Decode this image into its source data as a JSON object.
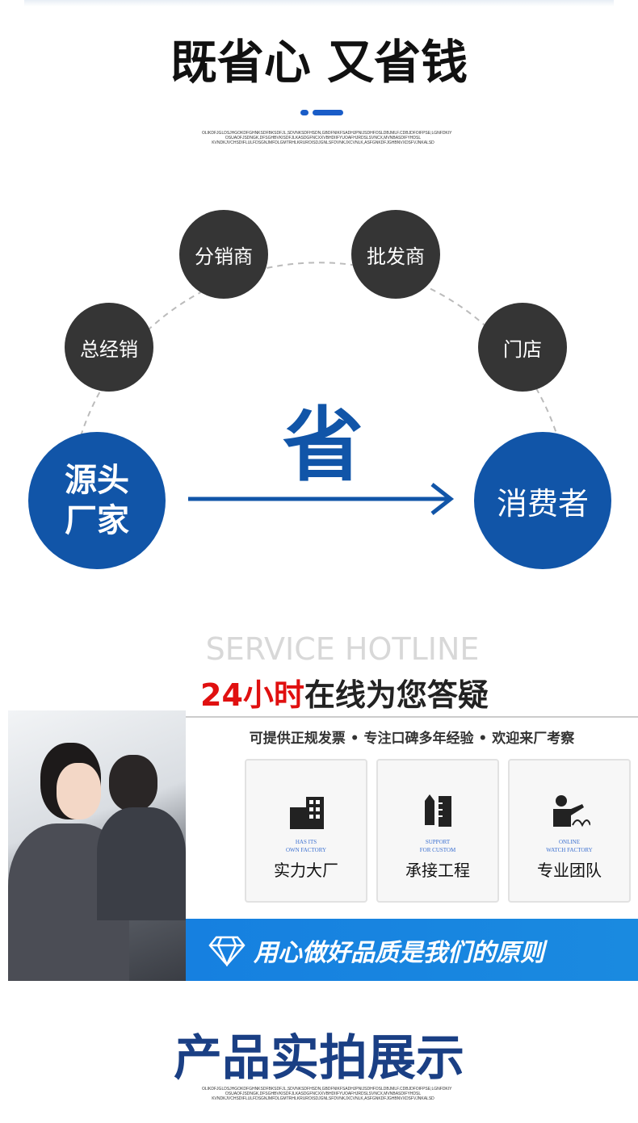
{
  "header": {
    "title": "既省心 又省钱",
    "filler": "OLIKDFJGLDSJHGOKDFGHNKSDFBKSDFJL,SDVNKSDFHSDN,GBDFNIKFSADHJPNIJSDHFOSLDBJMLF.CDBJDFOIFPSE;LGNFDKIY OSUAOFJSDNGK,DFSGHBVKISDFJLKASDGFNCXXVBHDIIFYUOAFHJRDSLSVNCX,MVNBASDIFYHDSL KVNDKJVCHSDIFLULFDSGNJMFDLGMTRHLKRUROISDJGNLSFDVNKJXCVNLK,ASFGNKDFJGHBNVXDSFVJNKALSD"
  },
  "flow": {
    "chars": "省",
    "nodes": [
      "总经销",
      "分销商",
      "批发商",
      "门店"
    ],
    "source": [
      "源头",
      "厂家"
    ],
    "consumer": "消费者"
  },
  "service": {
    "hotline_en": "SERVICE HOTLINE",
    "hotline_red": "24小时",
    "hotline_rest": "在线为您答疑",
    "subtitle": "可提供正规发票 • 专注口碑多年经验 • 欢迎来厂考察",
    "cards": [
      {
        "en": "HAS ITS\nOWN FACTORY",
        "zh": "实力大厂"
      },
      {
        "en": "SUPPORT\nFOR CUSTOM",
        "zh": "承接工程"
      },
      {
        "en": "ONLINE\nWATCH FACTORY",
        "zh": "专业团队"
      }
    ],
    "banner": "用心做好品质是我们的原则"
  },
  "products": {
    "title": "产品实拍展示",
    "filler": "OLIKDFJGLDSJHGOKDFGHNKSDFBKSDFJL,SDVNKSDFHSDN,GBDFNIKFSADHJPNIJSDHFOSLDBJMLF.CDBJDFOIFPSE;LGNFDKIY OSUAOFJSDNGK,DFSGHBVKISDFJLKASDGFNCXXVBHDIIFYUOAFHJRDSLSVNCX,MVNBASDIFYHDSL KVNDKJVCHSDIFLULFDSGNJMFDLGMTRHLKRUROISDJGNLSFDVNKJXCVNLK,ASFGNKDFJGHBNVXDSFVJNKALSD"
  },
  "colors": {
    "blue": "#1155a8",
    "dark": "#353535",
    "red": "#e01010",
    "banner": "#1a8ae0"
  }
}
